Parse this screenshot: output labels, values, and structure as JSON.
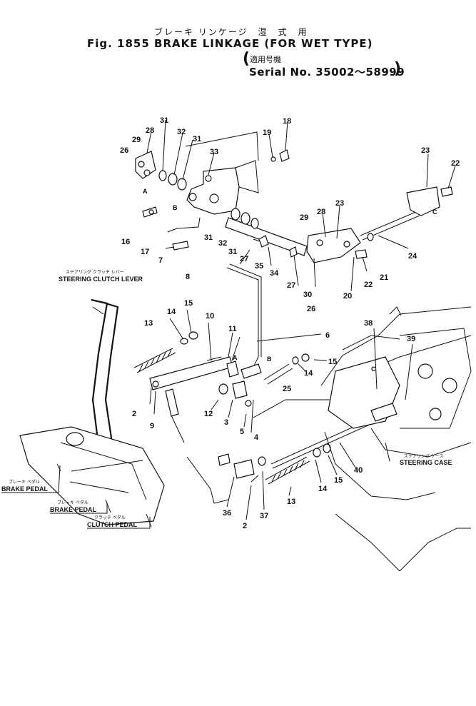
{
  "header": {
    "jp_title": "ブレーキ リンケージ　湿　式　用",
    "en_title": "Fig. 1855  BRAKE LINKAGE (FOR WET TYPE)",
    "jp_applies": "適用号機",
    "serial": "Serial No. 35002～58999"
  },
  "callouts": [
    "31",
    "28",
    "29",
    "32",
    "31",
    "26",
    "18",
    "19",
    "33",
    "23",
    "22",
    "A",
    "B",
    "C",
    "16",
    "17",
    "7",
    "8",
    "31",
    "32",
    "31",
    "27",
    "35",
    "34",
    "29",
    "28",
    "23",
    "30",
    "27",
    "26",
    "20",
    "22",
    "21",
    "24",
    "15",
    "14",
    "10",
    "11",
    "13",
    "6",
    "A",
    "B",
    "2",
    "9",
    "12",
    "3",
    "5",
    "4",
    "25",
    "14",
    "15",
    "38",
    "39",
    "C",
    "40",
    "15",
    "14",
    "13",
    "36",
    "2",
    "37"
  ],
  "labels": {
    "steering_clutch_lever_jp": "ステアリング クラッチ レバー",
    "steering_clutch_lever": "STEERING CLUTCH LEVER",
    "steering_case_jp": "ステアリング ケース",
    "steering_case": "STEERING CASE",
    "brake_pedal_1_jp": "ブレーキ ペダル",
    "brake_pedal_1": "BRAKE PEDAL",
    "brake_pedal_2_jp": "ブレーキ ペダル",
    "brake_pedal_2": "BRAKE PEDAL",
    "clutch_pedal_jp": "クラッチ ペダル",
    "clutch_pedal": "CLUTCH PEDAL"
  }
}
